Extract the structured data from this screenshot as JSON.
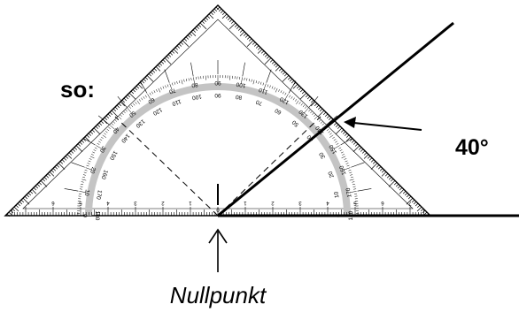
{
  "labels": {
    "intro": "so:",
    "angle": "40°",
    "origin": "Nullpunkt"
  },
  "scale": {
    "cm_major": [
      "6",
      "5",
      "4",
      "3",
      "2",
      "1",
      "0",
      "1",
      "2",
      "3",
      "4",
      "5",
      "6",
      "7"
    ],
    "outer_degrees": [
      "0",
      "10",
      "20",
      "30",
      "40",
      "50",
      "60",
      "70",
      "80",
      "90",
      "100",
      "110",
      "120",
      "130",
      "140",
      "150",
      "160",
      "170",
      "180"
    ],
    "inner_degrees": [
      "180",
      "170",
      "160",
      "150",
      "140",
      "130",
      "120",
      "110",
      "100",
      "90",
      "80",
      "70",
      "60",
      "50",
      "40",
      "30",
      "20",
      "10",
      "0"
    ]
  },
  "measurement": {
    "angle_deg": 40
  }
}
